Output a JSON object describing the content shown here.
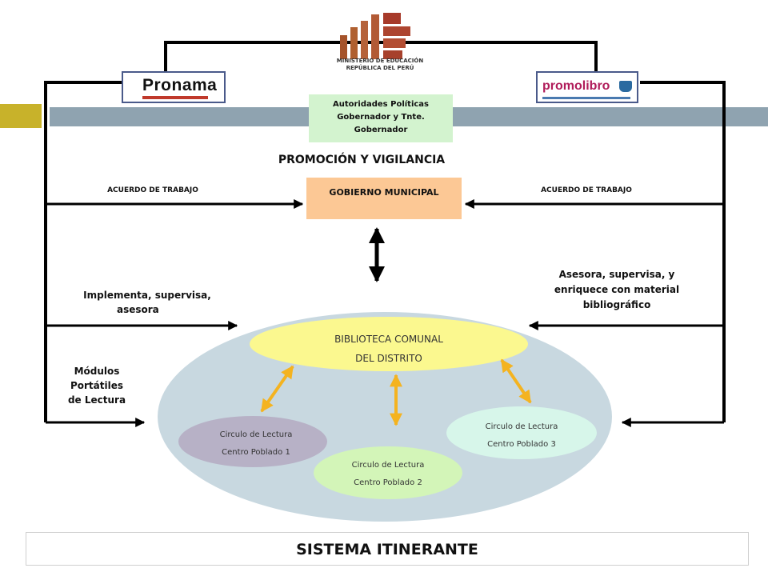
{
  "header": {
    "ministerio_line1": "MINISTERIO DE EDUCACIÓN",
    "ministerio_line2": "REPÚBLICA DEL PERÚ",
    "pronama": "Pronama",
    "promolibro": "promolibro"
  },
  "autoridades": {
    "line1": "Autoridades Políticas",
    "line2": "Gobernador y Tnte.",
    "line3": "Gobernador"
  },
  "promocion": "PROMOCIÓN Y VIGILANCIA",
  "gobierno": "GOBIERNO MUNICIPAL",
  "acuerdo_left": "ACUERDO DE TRABAJO",
  "acuerdo_right": "ACUERDO DE TRABAJO",
  "implementa": {
    "line1": "Implementa, supervisa,",
    "line2": "asesora"
  },
  "asesora": {
    "line1": "Asesora, supervisa, y",
    "line2": "enriquece con material",
    "line3": "bibliográfico"
  },
  "modulos": {
    "line1": "Módulos",
    "line2": "Portátiles",
    "line3": "de Lectura"
  },
  "biblioteca": {
    "line1": "BIBLIOTECA COMUNAL",
    "line2": "DEL DISTRITO"
  },
  "circulos": [
    {
      "line1": "Circulo de Lectura",
      "line2": "Centro Poblado 1"
    },
    {
      "line1": "Circulo de Lectura",
      "line2": "Centro Poblado 2"
    },
    {
      "line1": "Circulo de Lectura",
      "line2": "Centro Poblado 3"
    }
  ],
  "footer": "SISTEMA ITINERANTE",
  "colors": {
    "big_ellipse": "#c8d8e0",
    "biblioteca": "#fbf88f",
    "circulo1": "#b7b1c6",
    "circulo2": "#d3f5b8",
    "circulo3": "#d7f6ea",
    "gobierno": "#fcc895",
    "autoridades": "#d3f3cf",
    "band": "#8fa3b0",
    "accent_square": "#c8b22a",
    "arrow_orange": "#f4b320"
  }
}
